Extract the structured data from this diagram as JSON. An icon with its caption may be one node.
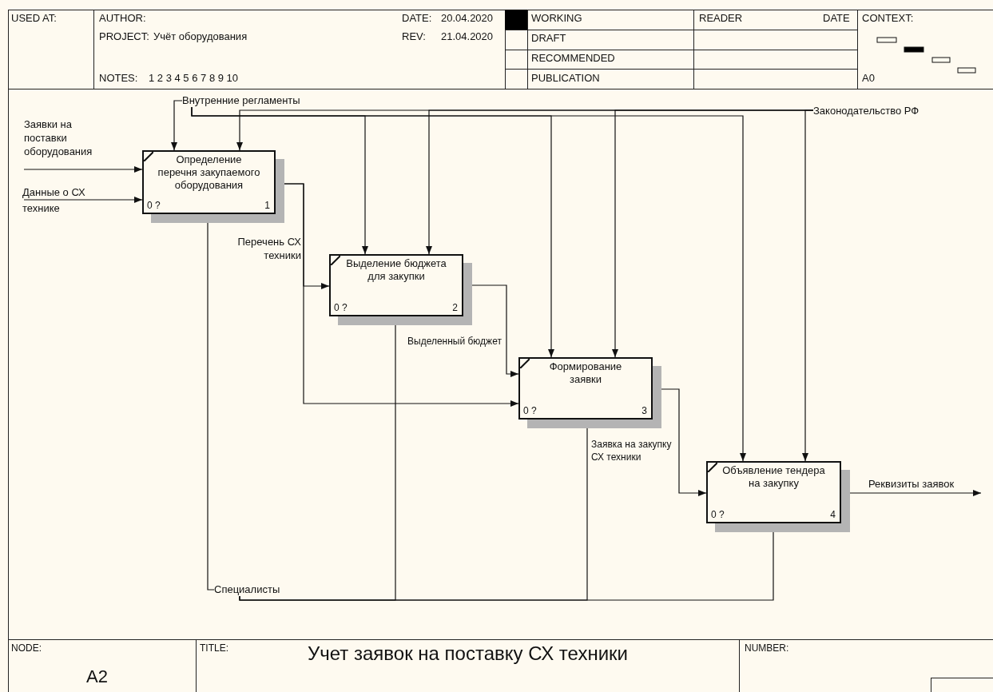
{
  "diagram": {
    "title": "Учет заявок на поставку СХ техники",
    "nodes": [
      {
        "text": [
          "Определение перечня закупаемого оборудования",
          "0 ?",
          "1"
        ]
      },
      {
        "text": [
          "Выделение бюджета для закупки",
          "0 ?",
          "2"
        ]
      },
      {
        "text": [
          "Формирование заявки",
          "0 ?",
          "3"
        ]
      },
      {
        "text": [
          "Объявление тендера на закупку",
          "0 ?",
          "4"
        ]
      },
      {
        "text": [
          "Внутренние регламенты"
        ]
      },
      {
        "text": [
          "Законодательство РФ"
        ]
      },
      {
        "text": [
          "Специалисты"
        ]
      }
    ],
    "edges": [
      {
        "from": null,
        "to": 0,
        "arrow": "to",
        "label": "Заявки на поставки оборудования"
      },
      {
        "from": null,
        "to": 0,
        "arrow": "to",
        "label": "Данные о СХ технике"
      },
      {
        "from": 4,
        "to": 0,
        "arrow": "to"
      },
      {
        "from": 4,
        "to": 1,
        "arrow": "to"
      },
      {
        "from": 4,
        "to": 2,
        "arrow": "to"
      },
      {
        "from": 4,
        "to": 3,
        "arrow": "to"
      },
      {
        "from": 5,
        "to": 0,
        "arrow": "to"
      },
      {
        "from": 5,
        "to": 1,
        "arrow": "to"
      },
      {
        "from": 5,
        "to": 2,
        "arrow": "to"
      },
      {
        "from": 5,
        "to": 3,
        "arrow": "to"
      },
      {
        "from": 6,
        "to": 0,
        "arrow": "to"
      },
      {
        "from": 6,
        "to": 1,
        "arrow": "to"
      },
      {
        "from": 6,
        "to": 2,
        "arrow": "to"
      },
      {
        "from": 6,
        "to": 3,
        "arrow": "to"
      },
      {
        "from": 0,
        "to": 1,
        "arrow": "to",
        "label": "Перечень СХ техники"
      },
      {
        "from": 0,
        "to": 2,
        "arrow": "to"
      },
      {
        "from": 1,
        "to": 2,
        "arrow": "to",
        "label": "Выделенный бюджет"
      },
      {
        "from": 2,
        "to": 3,
        "arrow": "to",
        "label": "Заявка на закупку СХ техники"
      },
      {
        "from": 3,
        "to": null,
        "arrow": "to",
        "label": "Реквизиты заявок"
      }
    ],
    "labels": [
      "USED AT:",
      "AUTHOR:",
      "PROJECT:",
      "Учёт оборудования",
      "NOTES:",
      "1 2 3 4 5 6 7 8 9 10",
      "DATE:",
      "20.04.2020",
      "REV:",
      "21.04.2020",
      "WORKING",
      "DRAFT",
      "RECOMMENDED",
      "PUBLICATION",
      "READER",
      "DATE",
      "CONTEXT:",
      "A0",
      "NODE:",
      "A2",
      "TITLE:",
      "NUMBER:"
    ]
  }
}
